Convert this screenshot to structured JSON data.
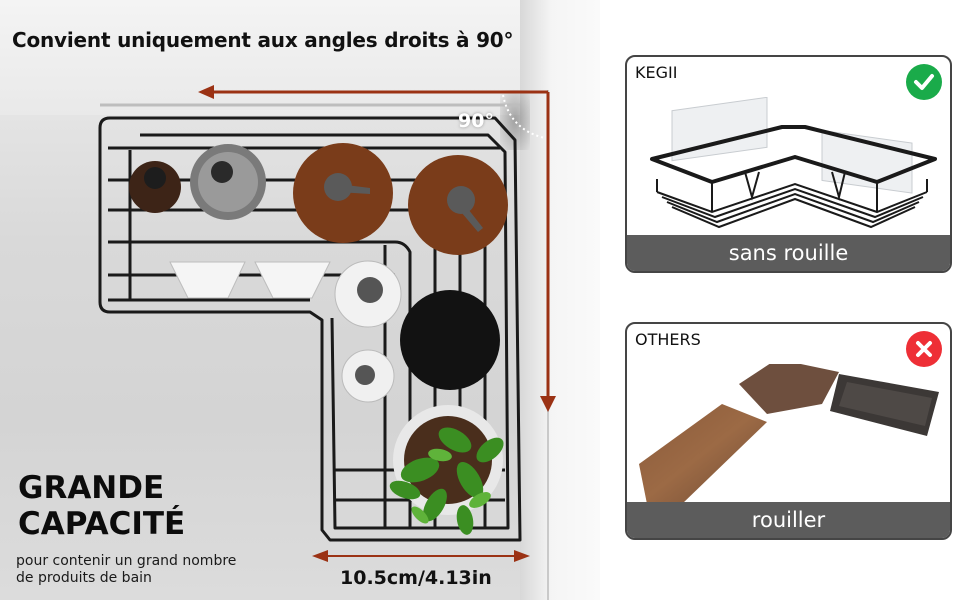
{
  "headline": "Convient uniquement aux angles droits à 90°",
  "angle_label": "90°",
  "feature": {
    "title_line1": "GRANDE",
    "title_line2": "CAPACITÉ",
    "description_line1": "pour contenir un grand nombre",
    "description_line2": "de produits de bain"
  },
  "dimension_label": "10.5cm/4.13in",
  "comparison": {
    "good": {
      "brand": "KEGII",
      "status_icon": "check-icon",
      "status_color": "#1aab4a",
      "caption": "sans rouille"
    },
    "bad": {
      "brand": "OTHERS",
      "status_icon": "cross-icon",
      "status_color": "#ee2f36",
      "caption": "rouiller"
    }
  },
  "colors": {
    "arrow": "#9b3214",
    "card_border": "#454545",
    "card_footer": "#5c5c5c"
  }
}
